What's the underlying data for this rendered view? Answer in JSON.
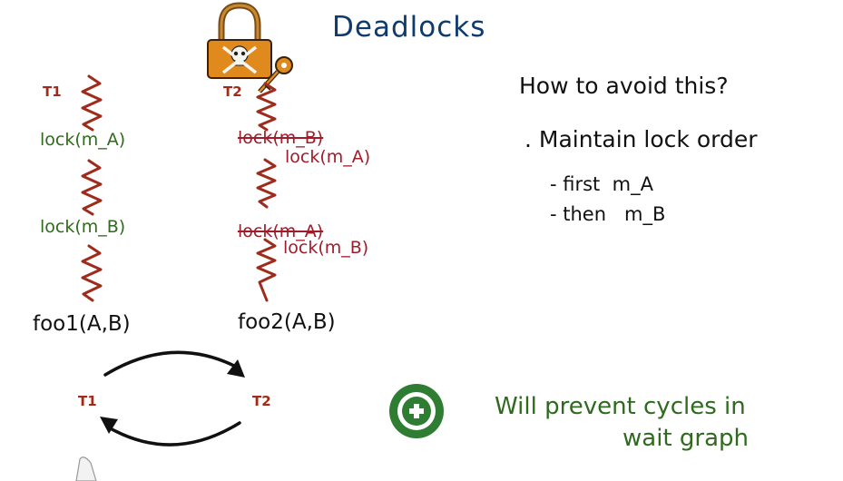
{
  "title": "Deadlocks",
  "threads": {
    "t1": {
      "label": "T1",
      "lock1": "lock(m_A)",
      "lock2": "lock(m_B)",
      "func": "foo1(A,B)"
    },
    "t2": {
      "label": "T2",
      "struck1": "lock(m_B)",
      "lock1": "lock(m_A)",
      "struck2": "lock(m_A)",
      "lock2": "lock(m_B)",
      "func": "foo2(A,B)"
    }
  },
  "notes": {
    "question": "How to avoid this?",
    "bullet": ". Maintain lock order",
    "sub1": "- first  m_A",
    "sub2": "- then   m_B"
  },
  "cycle": {
    "t1": "T1",
    "t2": "T2"
  },
  "benefit": {
    "line1": "Will prevent cycles in",
    "line2": "wait graph"
  },
  "colors": {
    "title": "#0e3b6e",
    "thread": "#a12a18",
    "green": "#2f6a1e",
    "red": "#a01c2a",
    "plus_circle": "#2e7d32"
  }
}
